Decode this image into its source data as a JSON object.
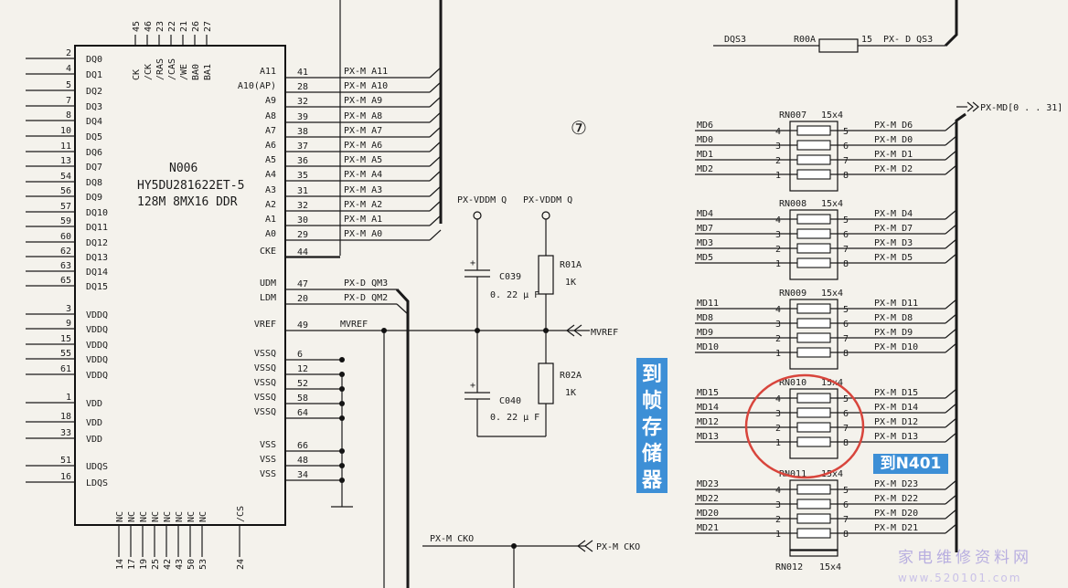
{
  "chip": {
    "ref": "N006",
    "part": "HY5DU281622ET-5",
    "desc": "128M 8MX16 DDR",
    "left_pins": [
      {
        "num": "2",
        "name": "DQ0"
      },
      {
        "num": "4",
        "name": "DQ1"
      },
      {
        "num": "5",
        "name": "DQ2"
      },
      {
        "num": "7",
        "name": "DQ3"
      },
      {
        "num": "8",
        "name": "DQ4"
      },
      {
        "num": "10",
        "name": "DQ5"
      },
      {
        "num": "11",
        "name": "DQ6"
      },
      {
        "num": "13",
        "name": "DQ7"
      },
      {
        "num": "54",
        "name": "DQ8"
      },
      {
        "num": "56",
        "name": "DQ9"
      },
      {
        "num": "57",
        "name": "DQ10"
      },
      {
        "num": "59",
        "name": "DQ11"
      },
      {
        "num": "60",
        "name": "DQ12"
      },
      {
        "num": "62",
        "name": "DQ13"
      },
      {
        "num": "63",
        "name": "DQ14"
      },
      {
        "num": "65",
        "name": "DQ15"
      },
      {
        "num": "3",
        "name": "VDDQ"
      },
      {
        "num": "9",
        "name": "VDDQ"
      },
      {
        "num": "15",
        "name": "VDDQ"
      },
      {
        "num": "55",
        "name": "VDDQ"
      },
      {
        "num": "61",
        "name": "VDDQ"
      },
      {
        "num": "1",
        "name": "VDD"
      },
      {
        "num": "18",
        "name": "VDD"
      },
      {
        "num": "33",
        "name": "VDD"
      },
      {
        "num": "51",
        "name": "UDQS"
      },
      {
        "num": "16",
        "name": "LDQS"
      }
    ],
    "top_pins": [
      {
        "num": "45",
        "name": "CK"
      },
      {
        "num": "46",
        "name": "/CK"
      },
      {
        "num": "23",
        "name": "/RAS"
      },
      {
        "num": "22",
        "name": "/CAS"
      },
      {
        "num": "21",
        "name": "/WE"
      },
      {
        "num": "26",
        "name": "BA0"
      },
      {
        "num": "27",
        "name": "BA1"
      }
    ],
    "right_pins": [
      {
        "num": "41",
        "name": "A11",
        "net": "PX-M A11"
      },
      {
        "num": "28",
        "name": "A10(AP)",
        "net": "PX-M A10"
      },
      {
        "num": "32",
        "name": "A9",
        "net": "PX-M A9"
      },
      {
        "num": "39",
        "name": "A8",
        "net": "PX-M A8"
      },
      {
        "num": "38",
        "name": "A7",
        "net": "PX-M A7"
      },
      {
        "num": "37",
        "name": "A6",
        "net": "PX-M A6"
      },
      {
        "num": "36",
        "name": "A5",
        "net": "PX-M A5"
      },
      {
        "num": "35",
        "name": "A4",
        "net": "PX-M A4"
      },
      {
        "num": "31",
        "name": "A3",
        "net": "PX-M A3"
      },
      {
        "num": "32",
        "name": "A2",
        "net": "PX-M A2"
      },
      {
        "num": "30",
        "name": "A1",
        "net": "PX-M A1"
      },
      {
        "num": "29",
        "name": "A0",
        "net": "PX-M A0"
      },
      {
        "num": "44",
        "name": "CKE",
        "net": ""
      },
      {
        "num": "47",
        "name": "UDM",
        "net": "PX-D QM3"
      },
      {
        "num": "20",
        "name": "LDM",
        "net": "PX-D QM2"
      },
      {
        "num": "49",
        "name": "VREF",
        "net": "MVREF"
      },
      {
        "num": "6",
        "name": "VSSQ",
        "net": ""
      },
      {
        "num": "12",
        "name": "VSSQ",
        "net": ""
      },
      {
        "num": "52",
        "name": "VSSQ",
        "net": ""
      },
      {
        "num": "58",
        "name": "VSSQ",
        "net": ""
      },
      {
        "num": "64",
        "name": "VSSQ",
        "net": ""
      },
      {
        "num": "66",
        "name": "VSS",
        "net": ""
      },
      {
        "num": "48",
        "name": "VSS",
        "net": ""
      },
      {
        "num": "34",
        "name": "VSS",
        "net": ""
      }
    ],
    "bottom_pins": [
      {
        "num": "14",
        "name": "NC"
      },
      {
        "num": "17",
        "name": "NC"
      },
      {
        "num": "19",
        "name": "NC"
      },
      {
        "num": "25",
        "name": "NC"
      },
      {
        "num": "42",
        "name": "NC"
      },
      {
        "num": "43",
        "name": "NC"
      },
      {
        "num": "50",
        "name": "NC"
      },
      {
        "num": "53",
        "name": "NC"
      },
      {
        "num": "24",
        "name": "/CS"
      }
    ]
  },
  "circle_num": "⑦",
  "vref": {
    "left_rail": "PX-VDDM Q",
    "right_rail": "PX-VDDM Q",
    "c1_ref": "C039",
    "c1_val": "0. 22 μ F",
    "c2_ref": "C040",
    "c2_val": "0. 22 μ F",
    "r1_ref": "R01A",
    "r1_val": "1K",
    "r2_ref": "R02A",
    "r2_val": "1K",
    "plus": "+",
    "port": "MVREF"
  },
  "clock_port": {
    "left": "PX-M CKO",
    "right": "PX-M CKO"
  },
  "note_left": "到帧存储器",
  "note_right": "到N401",
  "dqs": {
    "net_in": "DQS3",
    "res": "R00A",
    "pin": "15",
    "net_out": "PX- D QS3"
  },
  "bus_label": "PX-MD[0 . . 31]",
  "rnets": [
    {
      "ref": "RN007",
      "val": "15x4",
      "rows": [
        {
          "l": "MD6",
          "pl": "4",
          "pr": "5",
          "r": "PX-M D6"
        },
        {
          "l": "MD0",
          "pl": "3",
          "pr": "6",
          "r": "PX-M D0"
        },
        {
          "l": "MD1",
          "pl": "2",
          "pr": "7",
          "r": "PX-M D1"
        },
        {
          "l": "MD2",
          "pl": "1",
          "pr": "8",
          "r": "PX-M D2"
        }
      ]
    },
    {
      "ref": "RN008",
      "val": "15x4",
      "rows": [
        {
          "l": "MD4",
          "pl": "4",
          "pr": "5",
          "r": "PX-M D4"
        },
        {
          "l": "MD7",
          "pl": "3",
          "pr": "6",
          "r": "PX-M D7"
        },
        {
          "l": "MD3",
          "pl": "2",
          "pr": "7",
          "r": "PX-M D3"
        },
        {
          "l": "MD5",
          "pl": "1",
          "pr": "8",
          "r": "PX-M D5"
        }
      ]
    },
    {
      "ref": "RN009",
      "val": "15x4",
      "rows": [
        {
          "l": "MD11",
          "pl": "4",
          "pr": "5",
          "r": "PX-M D11"
        },
        {
          "l": "MD8",
          "pl": "3",
          "pr": "6",
          "r": "PX-M D8"
        },
        {
          "l": "MD9",
          "pl": "2",
          "pr": "7",
          "r": "PX-M D9"
        },
        {
          "l": "MD10",
          "pl": "1",
          "pr": "8",
          "r": "PX-M D10"
        }
      ]
    },
    {
      "ref": "RN010",
      "val": "15x4",
      "rows": [
        {
          "l": "MD15",
          "pl": "4",
          "pr": "5",
          "r": "PX-M D15"
        },
        {
          "l": "MD14",
          "pl": "3",
          "pr": "6",
          "r": "PX-M D14"
        },
        {
          "l": "MD12",
          "pl": "2",
          "pr": "7",
          "r": "PX-M D12"
        },
        {
          "l": "MD13",
          "pl": "1",
          "pr": "8",
          "r": "PX-M D13"
        }
      ]
    },
    {
      "ref": "RN011",
      "val": "15x4",
      "rows": [
        {
          "l": "MD23",
          "pl": "4",
          "pr": "5",
          "r": "PX-M D23"
        },
        {
          "l": "MD22",
          "pl": "3",
          "pr": "6",
          "r": "PX-M D22"
        },
        {
          "l": "MD20",
          "pl": "2",
          "pr": "7",
          "r": "PX-M D20"
        },
        {
          "l": "MD21",
          "pl": "1",
          "pr": "8",
          "r": "PX-M D21"
        }
      ]
    }
  ],
  "rnet_last": {
    "ref": "RN012",
    "val": "15x4"
  },
  "watermark": {
    "cn": "家电维修资料网",
    "url": "www.520101.com"
  }
}
